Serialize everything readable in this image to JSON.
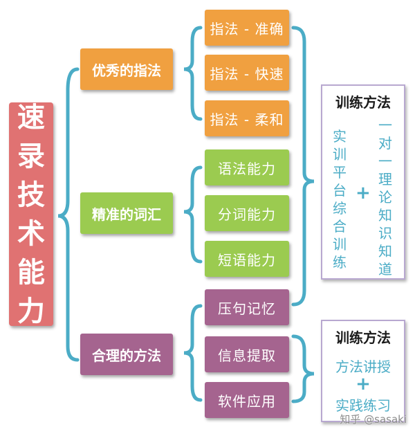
{
  "root": {
    "label": "速录技术能力",
    "color": "#e07272"
  },
  "branches": [
    {
      "label": "优秀的指法",
      "color": "#f0a040",
      "children": [
        "指法 - 准确",
        "指法 - 快速",
        "指法 - 柔和"
      ]
    },
    {
      "label": "精准的词汇",
      "color": "#9bcb50",
      "children": [
        "语法能力",
        "分词能力",
        "短语能力"
      ]
    },
    {
      "label": "合理的方法",
      "color": "#a5648f",
      "children": [
        "压句记忆",
        "信息提取",
        "软件应用"
      ]
    }
  ],
  "panel_top": {
    "title": "训练方法",
    "left_column": "实训平台综合训练",
    "plus": "+",
    "right_column": "一对一理论知识知道"
  },
  "panel_bottom": {
    "title": "训练方法",
    "line1": "方法讲授",
    "plus": "+",
    "line2": "实践练习"
  },
  "connector_color": "#4bacc6",
  "watermark": "知乎 @sasaki"
}
